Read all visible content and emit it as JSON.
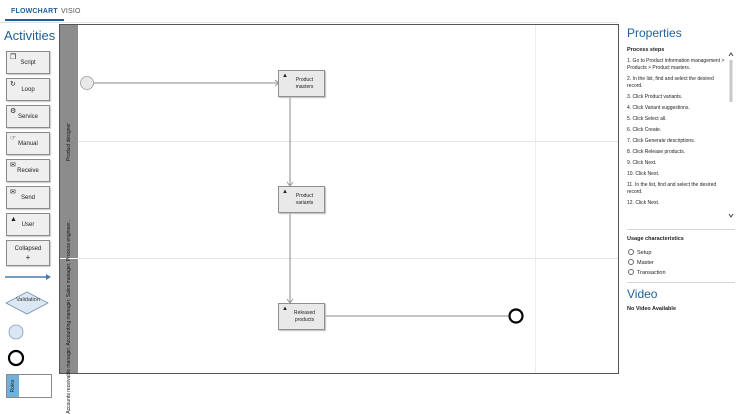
{
  "tabs": {
    "flowchart": "FLOWCHART",
    "visio": "VISIO"
  },
  "palette": {
    "title": "Activities",
    "items": [
      {
        "label": "Script",
        "icon": "script-icon"
      },
      {
        "label": "Loop",
        "icon": "loop-icon"
      },
      {
        "label": "Service",
        "icon": "gear-icon"
      },
      {
        "label": "Manual",
        "icon": "hand-icon"
      },
      {
        "label": "Receive",
        "icon": "envelope-open-icon"
      },
      {
        "label": "Send",
        "icon": "envelope-icon"
      },
      {
        "label": "User",
        "icon": "person-icon"
      }
    ],
    "collapsed": {
      "label": "Collapsed",
      "plus": "+"
    },
    "decision_label": "Validation",
    "roles_label": "Roles"
  },
  "canvas": {
    "lanes": [
      {
        "label": "Product designer"
      },
      {
        "label": "Accounts receivable manager, Accounting manager, Sales manager, Process engineer..."
      }
    ],
    "tasks": [
      {
        "label": "Product masters"
      },
      {
        "label": "Product variants"
      },
      {
        "label": "Released products"
      }
    ]
  },
  "properties": {
    "title": "Properties",
    "steps_title": "Process steps",
    "steps": [
      "1. Go to Product information management > Products > Product masters.",
      "2. In the list, find and select the desired record.",
      "3. Click Product variants.",
      "4. Click Variant suggestions.",
      "5. Click Select all.",
      "6. Click Create.",
      "7. Click Generate descriptions.",
      "8. Click Release products.",
      "9. Click Next.",
      "10. Click Next.",
      "11. In the list, find and select the desired record.",
      "12. Click Next."
    ],
    "usage_title": "Usage characteristics",
    "usage_options": [
      "Setup",
      "Master",
      "Transaction"
    ],
    "video_title": "Video",
    "video_text": "No Video Available"
  },
  "colors": {
    "accent": "#1f5f99",
    "lane_header": "#8c8c8c",
    "task_fill": "#e9e9e9",
    "roles": "#6fb0dc"
  }
}
